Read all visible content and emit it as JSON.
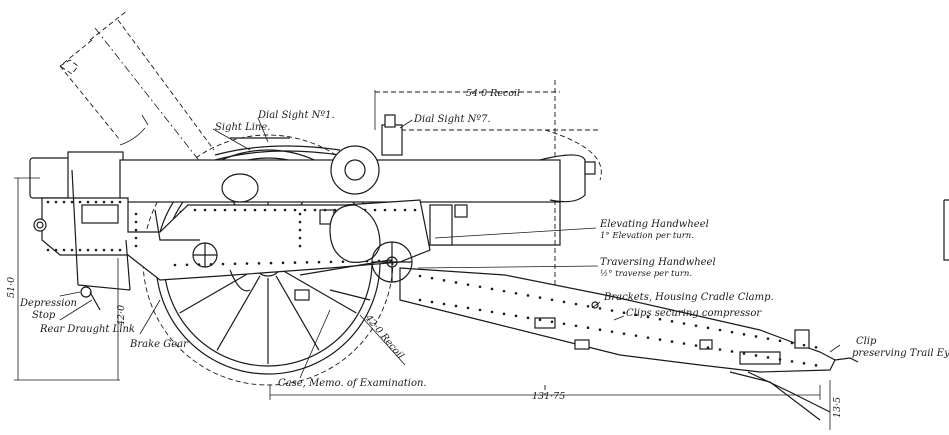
{
  "labels": {
    "sight_line": "Sight Line.",
    "dial_sight_1": "Dial Sight Nº1.",
    "dial_sight_7": "Dial Sight Nº7.",
    "elevating_handwheel": "Elevating Handwheel",
    "elevating_note": "1° Elevation per turn.",
    "traversing_handwheel": "Traversing Handwheel",
    "traversing_note": "½° traverse per turn.",
    "brackets": "Brackets, Housing Cradle Clamp.",
    "clips": "Clips securing compressor",
    "clip": "Clip",
    "clip_note": "preserving Trail Eye",
    "depression_stop_1": "Depression",
    "depression_stop_2": "Stop",
    "rear_draught_link": "Rear Draught Link",
    "brake_gear": "Brake Gear",
    "case_memo": "Case, Memo. of Examination."
  },
  "dimensions": {
    "recoil_top": "54·0 Recoil",
    "recoil_angled": "42·0 Recoil",
    "height_51": "51·0",
    "height_42": "42·0",
    "length_131": "131·75",
    "height_13": "13·5"
  }
}
